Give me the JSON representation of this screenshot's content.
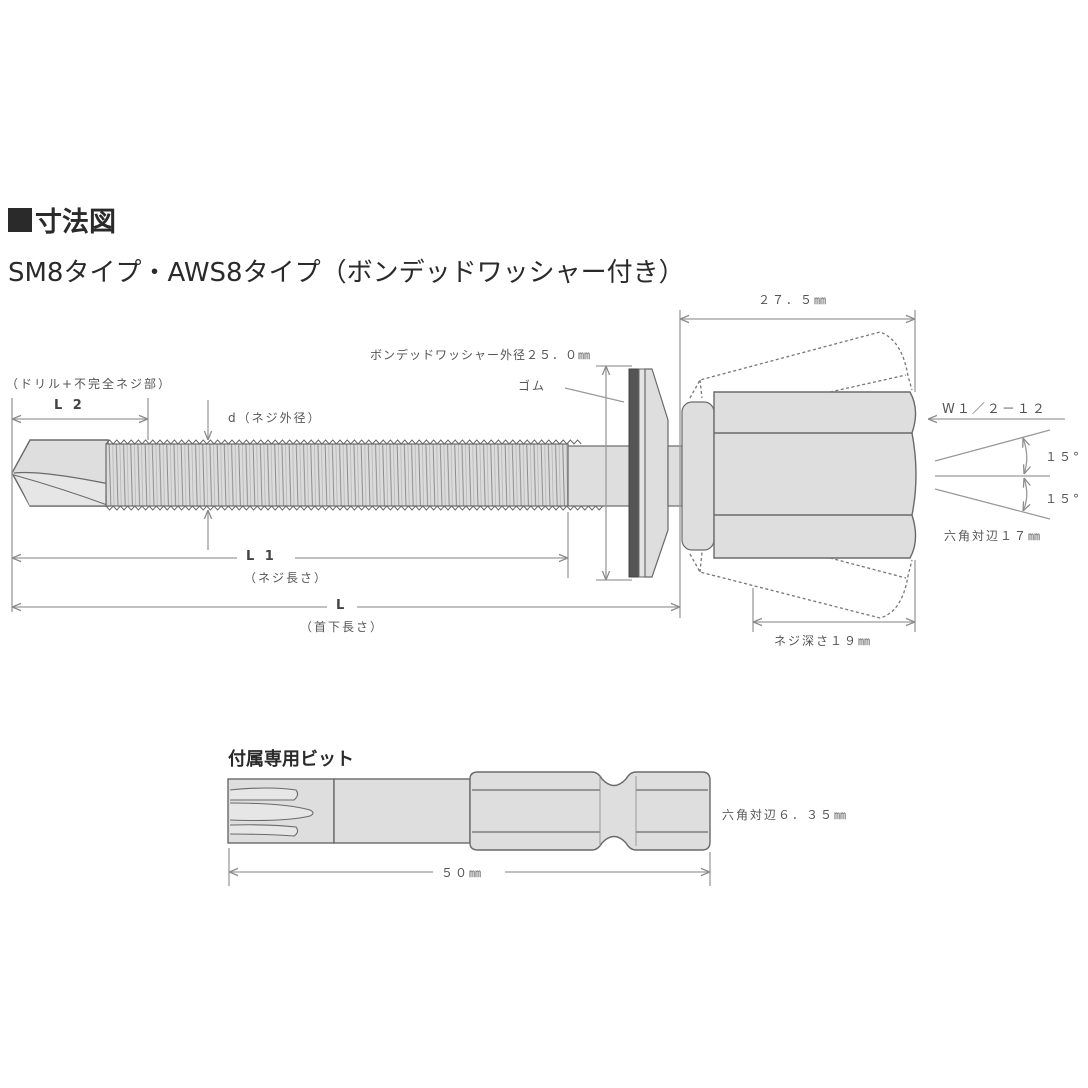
{
  "header": {
    "section_title": "寸法図",
    "subtitle": "SM8タイプ・AWS8タイプ（ボンデッドワッシャー付き）"
  },
  "screw_diagram": {
    "drill_part_label": "（ドリル+不完全ネジ部）",
    "l2_label": "L 2",
    "d_label": "d（ネジ外径）",
    "l1_label": "L 1",
    "l1_desc": "（ネジ長さ）",
    "l_label": "L",
    "l_desc": "（首下長さ）",
    "washer_label": "ボンデッドワッシャー外径２５．０㎜",
    "rubber_label": "ゴム",
    "head_length_label": "２７．５㎜",
    "thread_spec_label": "W１／２－１２",
    "angle_top_label": "１５°",
    "angle_bottom_label": "１５°",
    "hex_across_flats_label": "六角対辺１７㎜",
    "thread_depth_label": "ネジ深さ１９㎜"
  },
  "bit_diagram": {
    "title": "付属専用ビット",
    "hex_across_flats_label": "六角対辺６．３５㎜",
    "length_label": "５０㎜"
  },
  "colors": {
    "fill": "#dedede",
    "stroke": "#6a6a6a",
    "dim_line": "#9a9a9a",
    "rubber": "#555555"
  }
}
